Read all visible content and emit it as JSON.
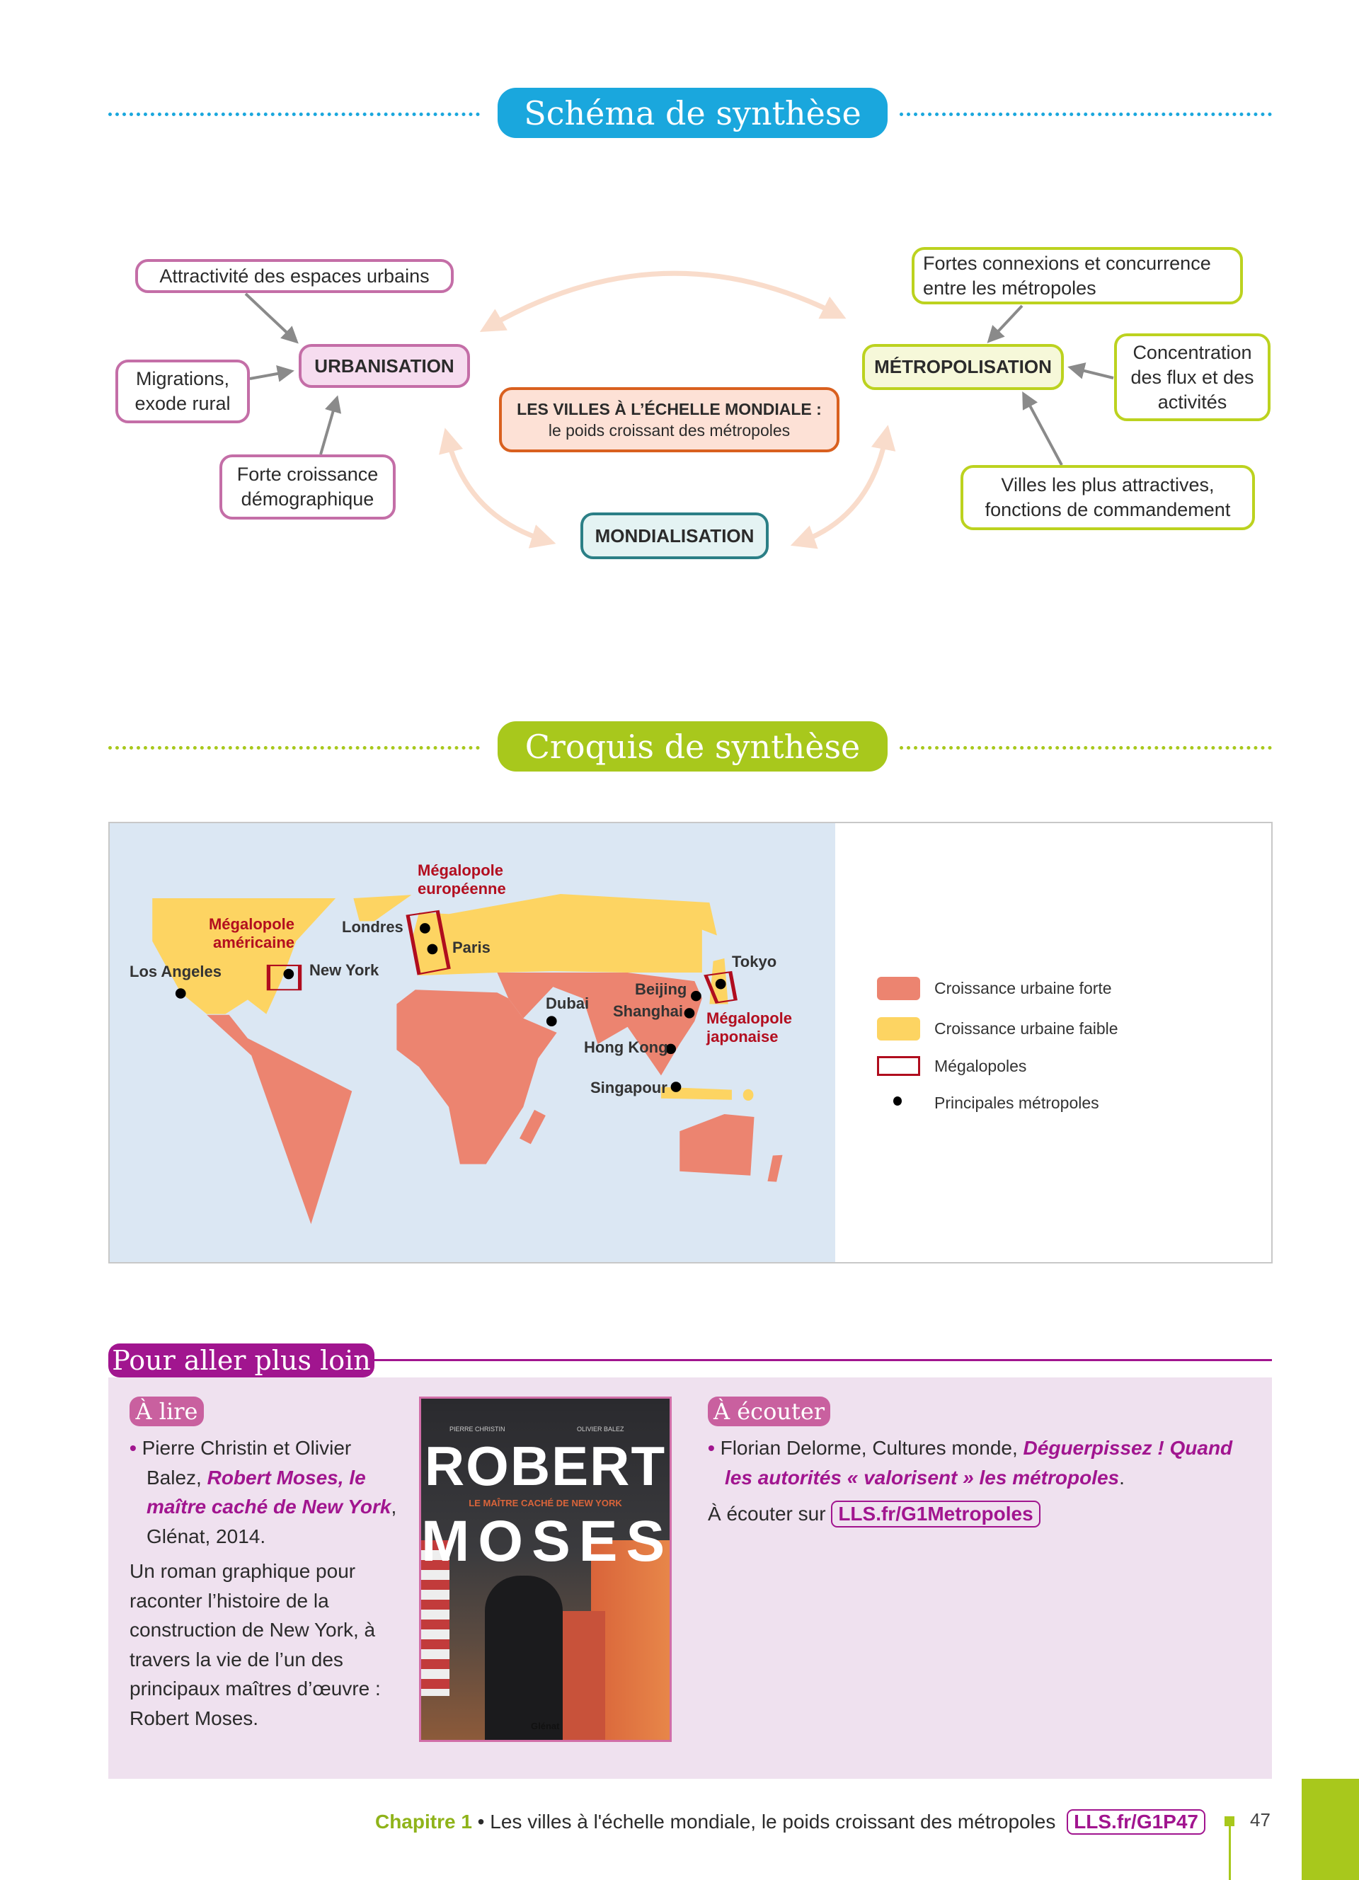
{
  "schema": {
    "title": "Schéma de synthèse",
    "center": {
      "title": "LES VILLES À L’ÉCHELLE MONDIALE :",
      "subtitle": "le poids croissant des métropoles"
    },
    "urbanisation": "URBANISATION",
    "mondialisation": "MONDIALISATION",
    "metropolisation": "MÉTROPOLISATION",
    "attractivite": "Attractivité des espaces urbains",
    "migrations": "Migrations, exode rural",
    "croissance": "Forte croissance démographique",
    "connexions": "Fortes connexions et concurrence entre les métropoles",
    "concentration": "Concentration des flux et des activités",
    "villes": "Villes les plus attractives, fonctions de commandement"
  },
  "croquis": {
    "title": "Croquis de synthèse",
    "labels": {
      "meg_eu": "Mégalopole européenne",
      "meg_am": "Mégalopole américaine",
      "meg_jp": "Mégalopole japonaise",
      "londres": "Londres",
      "paris": "Paris",
      "los_angeles": "Los Angeles",
      "new_york": "New York",
      "tokyo": "Tokyo",
      "beijing": "Beijing",
      "shanghai": "Shanghai",
      "dubai": "Dubai",
      "hong_kong": "Hong Kong",
      "singapour": "Singapour"
    },
    "legend": [
      "Croissance urbaine forte",
      "Croissance urbaine faible",
      "Mégalopoles",
      "Principales métropoles"
    ],
    "colors": {
      "forte": "#ec8470",
      "faible": "#fdd462",
      "megalopole": "#b00d1e",
      "sea": "#dbe7f3"
    }
  },
  "plus_loin": {
    "title": "Pour aller plus loin",
    "lire": {
      "tag": "À lire",
      "authors": "Pierre Christin et Olivier Balez, ",
      "book": "Robert Moses, le maître caché de New York",
      "after": ", Glénat, 2014.",
      "desc": "Un roman graphique pour raconter l’histoire de la construction de New York, à travers la vie de l’un des principaux maîtres d’œuvre : Robert Moses."
    },
    "cover": {
      "author1": "PIERRE CHRISTIN",
      "author2": "OLIVIER BALEZ",
      "title1": "ROBERT",
      "subtitle": "LE MAÎTRE CACHÉ DE NEW YORK",
      "title2": "MOSES",
      "publisher": "Glénat"
    },
    "ecouter": {
      "tag": "À écouter",
      "text": "Florian Delorme, Cultures monde, ",
      "title": "Déguerpissez ! Quand les autorités « valorisent » les métropoles",
      "after": ".",
      "on": "À écouter sur ",
      "link": "LLS.fr/G1Metropoles"
    }
  },
  "footer": {
    "chapter": "Chapitre 1",
    "sep": " • ",
    "title": "Les villes à l'échelle mondiale, le poids croissant des métropoles",
    "link": "LLS.fr/G1P47",
    "page": "47"
  }
}
